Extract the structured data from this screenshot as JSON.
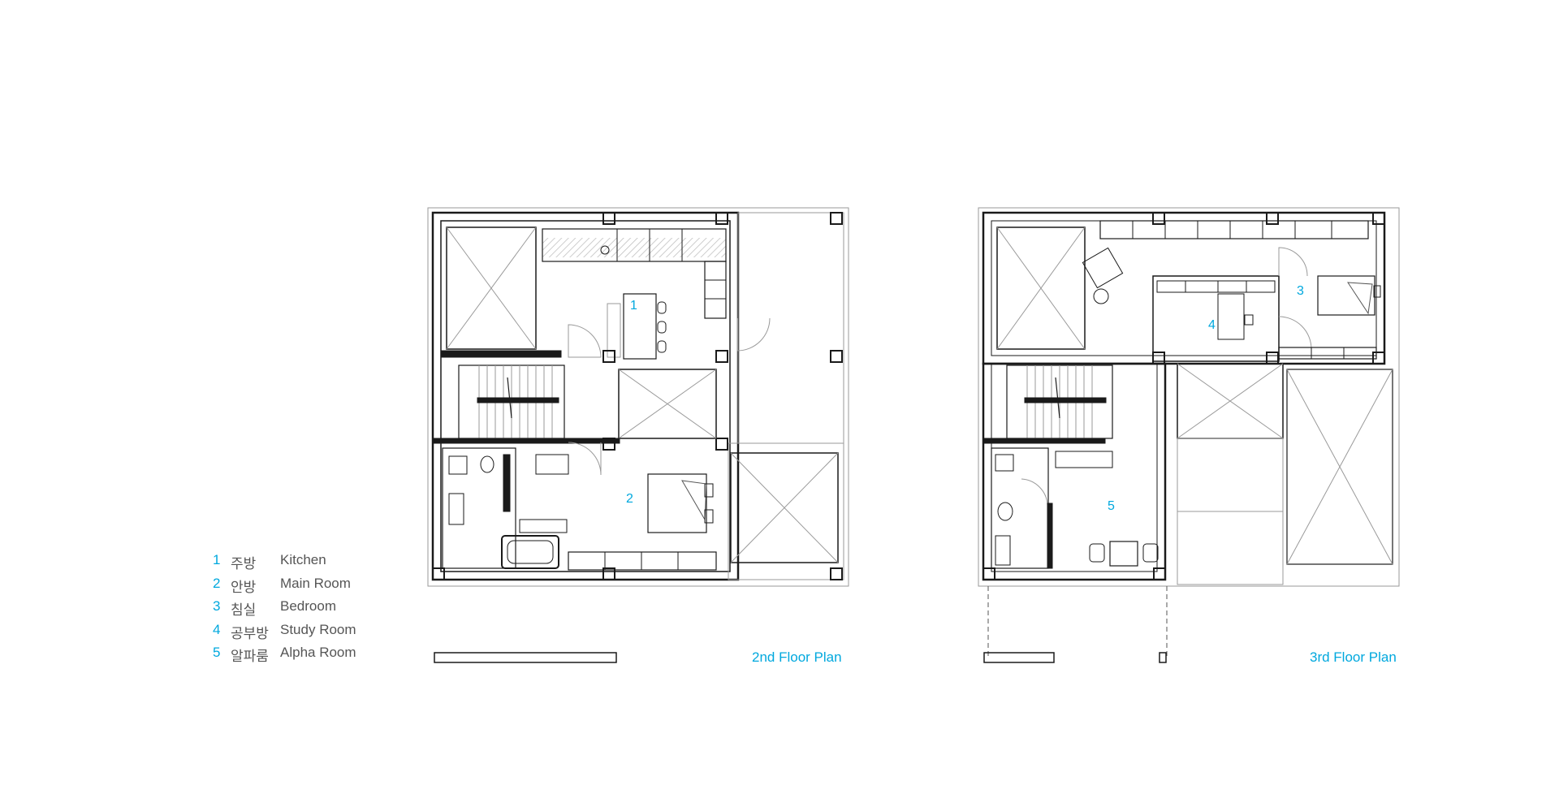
{
  "legend": [
    {
      "num": "1",
      "ko": "주방",
      "en": "Kitchen"
    },
    {
      "num": "2",
      "ko": "안방",
      "en": "Main Room"
    },
    {
      "num": "3",
      "ko": "침실",
      "en": "Bedroom"
    },
    {
      "num": "4",
      "ko": "공부방",
      "en": "Study Room"
    },
    {
      "num": "5",
      "ko": "알파룸",
      "en": "Alpha Room"
    }
  ],
  "plans": {
    "second": {
      "title": "2nd Floor Plan",
      "rooms": [
        "1",
        "2"
      ]
    },
    "third": {
      "title": "3rd Floor Plan",
      "rooms": [
        "3",
        "4",
        "5"
      ]
    }
  },
  "colors": {
    "accent": "#00a8de",
    "text": "#555555",
    "line": "#1a1a1a",
    "thin_line": "#9a9a9a"
  }
}
